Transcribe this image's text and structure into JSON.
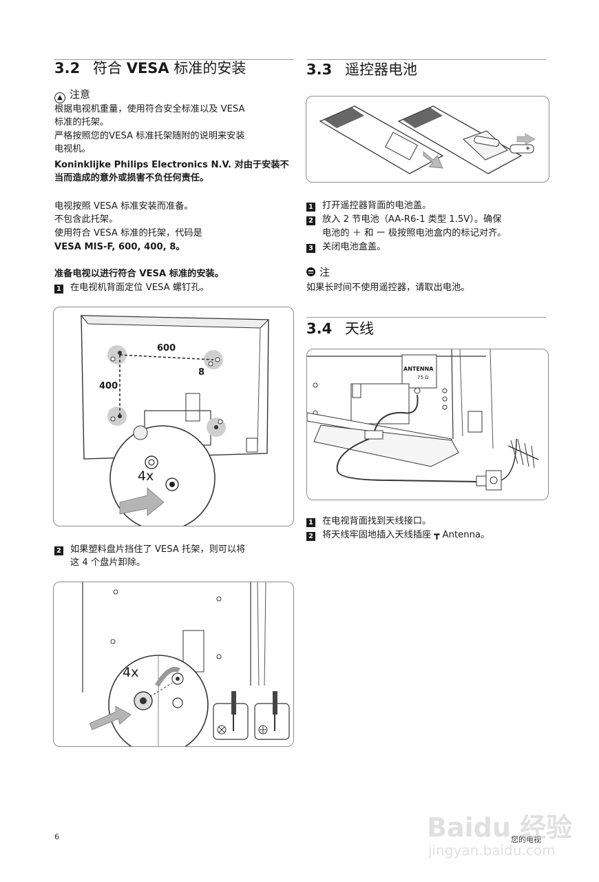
{
  "left": {
    "section_num": "3.2",
    "section_title_a": "符合 ",
    "section_title_b": "VESA",
    "section_title_c": " 标准的安装",
    "caution_label": "注意",
    "caution_lines": [
      "根据电视机重量，使用符合安全标准以及 VESA",
      "标准的托架。",
      "严格按照您的VESA 标准托架随附的说明来安装",
      "电视机。",
      "Koninklijke Philips Electronics N.V. 对由于安装不",
      "当而造成的意外或损害不负任何责任。"
    ],
    "para_lines": [
      "电视按照 VESA 标准安装而准备。",
      "不包含此托架。",
      "使用符合 VESA 标准的托架，代码是",
      "VESA MIS-F, 600, 400, 8。"
    ],
    "prepare_title": "准备电视以进行符合 VESA 标准的安装。",
    "step1_num": "1",
    "step1_text": "在电视机背面定位 VESA 螺钉孔。",
    "fig1": {
      "dim_h": "600",
      "dim_v": "400",
      "screw": "8",
      "count": "4x"
    },
    "step2_num": "2",
    "step2_line1": "如果塑料盘片挡住了 VESA 托架，则可以将",
    "step2_line2": "这 4 个盘片卸除。",
    "fig2": {
      "count": "4x"
    }
  },
  "right": {
    "s33_num": "3.3",
    "s33_title": "遥控器电池",
    "battery_plus": "+",
    "steps": [
      {
        "num": "1",
        "lines": [
          "打开遥控器背面的电池盖。"
        ]
      },
      {
        "num": "2",
        "lines": [
          "放入 2 节电池（AA-R6-1 类型 1.5V）。确保",
          "电池的 ＋ 和 ー 极按照电池盒内的标记对齐。"
        ]
      },
      {
        "num": "3",
        "lines": [
          "关闭电池盒盖。"
        ]
      }
    ],
    "note_label": "注",
    "note_text": "如果长时间不使用遥控器，请取出电池。",
    "s34_num": "3.4",
    "s34_title": "天线",
    "fig_antenna": {
      "label": "ANTENNA",
      "ohm": "75 Ω"
    },
    "steps2": [
      {
        "num": "1",
        "text": "在电视背面找到天线接口。"
      },
      {
        "num": "2",
        "text": "将天线牢固地插入天线插座 ┳ Antenna。"
      }
    ]
  },
  "footer": {
    "page_number": "6",
    "section_name": "您的电视",
    "watermark_main": "Baidu 经验",
    "watermark_sub": "jingyan.baidu.com"
  }
}
